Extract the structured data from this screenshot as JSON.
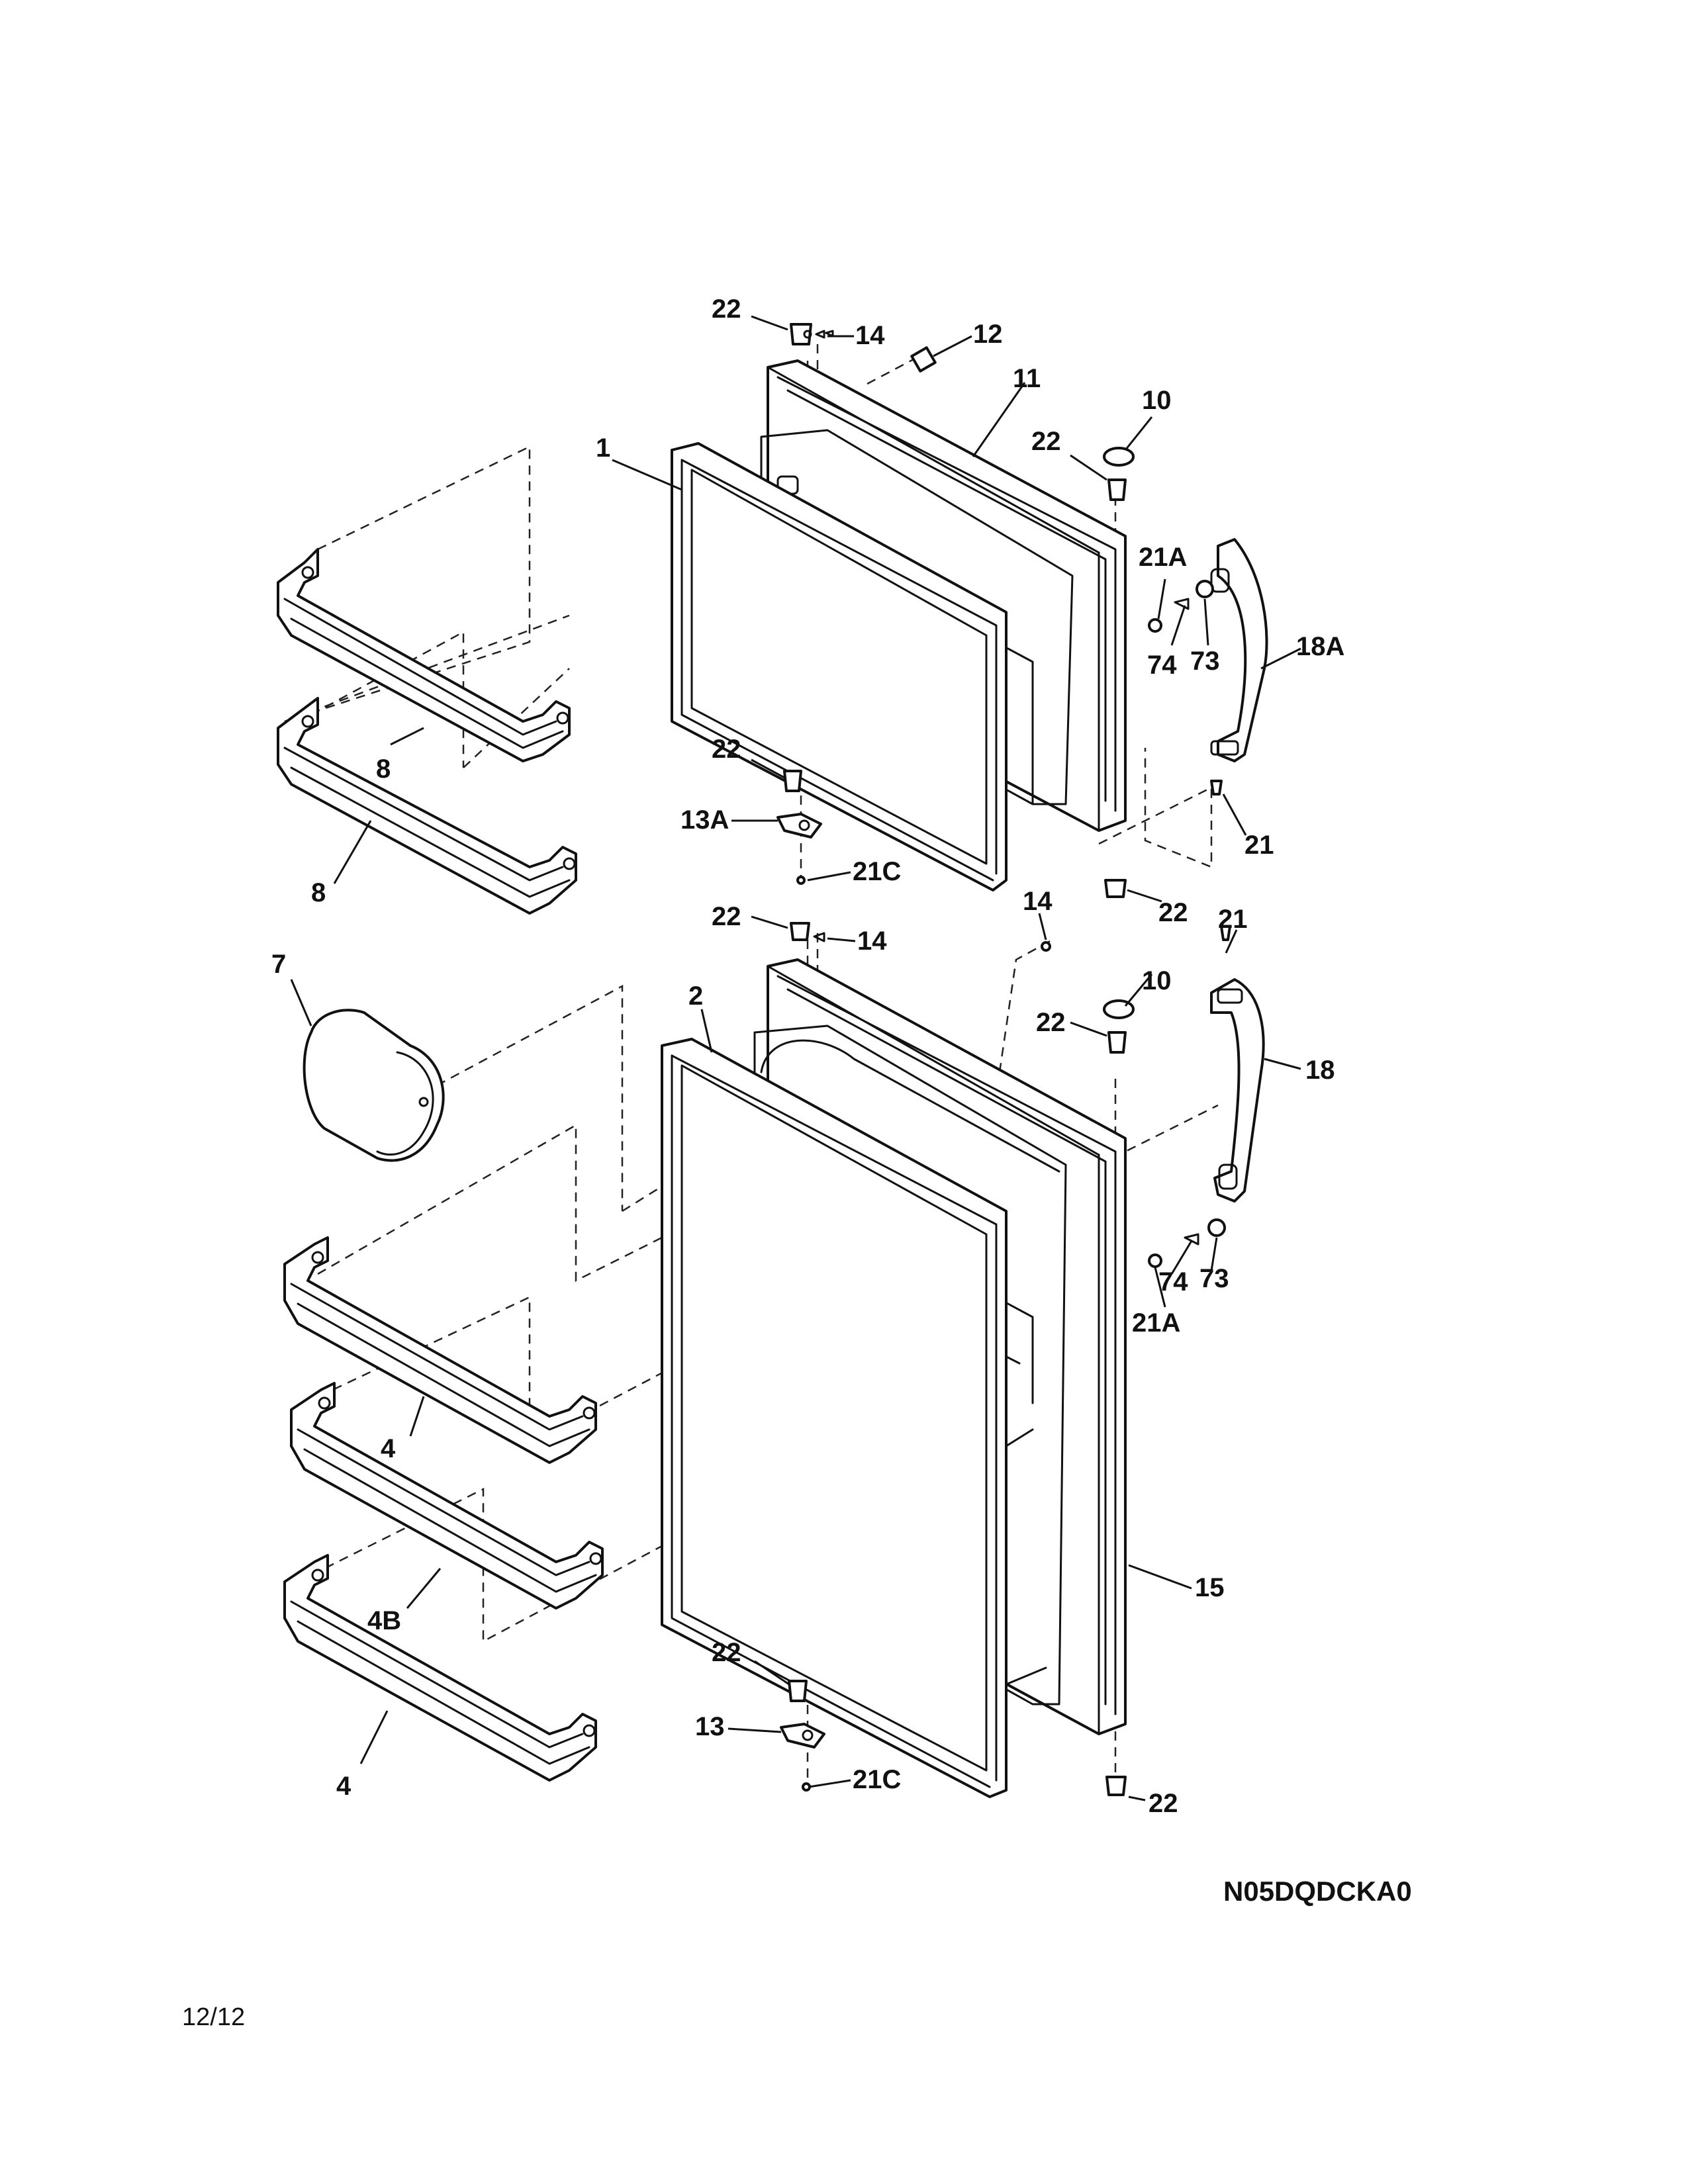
{
  "diagram_code": "N05DQDCKA0",
  "page_number": "12/12",
  "callouts": [
    {
      "key": "c22_top",
      "text": "22"
    },
    {
      "key": "c14_top",
      "text": "14"
    },
    {
      "key": "c12",
      "text": "12"
    },
    {
      "key": "c11",
      "text": "11"
    },
    {
      "key": "c10_upper",
      "text": "10"
    },
    {
      "key": "c22_upper_right",
      "text": "22"
    },
    {
      "key": "c1",
      "text": "1"
    },
    {
      "key": "c21A_upper",
      "text": "21A"
    },
    {
      "key": "c74_upper",
      "text": "74"
    },
    {
      "key": "c73_upper",
      "text": "73"
    },
    {
      "key": "c18A",
      "text": "18A"
    },
    {
      "key": "c8_a",
      "text": "8"
    },
    {
      "key": "c8_b",
      "text": "8"
    },
    {
      "key": "c22_mid_left",
      "text": "22"
    },
    {
      "key": "c13A",
      "text": "13A"
    },
    {
      "key": "c21C_upper",
      "text": "21C"
    },
    {
      "key": "c21_upper",
      "text": "21"
    },
    {
      "key": "c22_mid_right",
      "text": "22"
    },
    {
      "key": "c22_lower_top",
      "text": "22"
    },
    {
      "key": "c14_lower_top",
      "text": "14"
    },
    {
      "key": "c14_lower_right",
      "text": "14"
    },
    {
      "key": "c21_lower",
      "text": "21"
    },
    {
      "key": "c7",
      "text": "7"
    },
    {
      "key": "c2",
      "text": "2"
    },
    {
      "key": "c10_lower",
      "text": "10"
    },
    {
      "key": "c22_lower_right",
      "text": "22"
    },
    {
      "key": "c18",
      "text": "18"
    },
    {
      "key": "c74_lower",
      "text": "74"
    },
    {
      "key": "c73_lower",
      "text": "73"
    },
    {
      "key": "c21A_lower",
      "text": "21A"
    },
    {
      "key": "c4_a",
      "text": "4"
    },
    {
      "key": "c4B",
      "text": "4B"
    },
    {
      "key": "c15",
      "text": "15"
    },
    {
      "key": "c22_bottom_left",
      "text": "22"
    },
    {
      "key": "c13",
      "text": "13"
    },
    {
      "key": "c21C_lower",
      "text": "21C"
    },
    {
      "key": "c4_b",
      "text": "4"
    },
    {
      "key": "c22_bottom_right",
      "text": "22"
    }
  ]
}
